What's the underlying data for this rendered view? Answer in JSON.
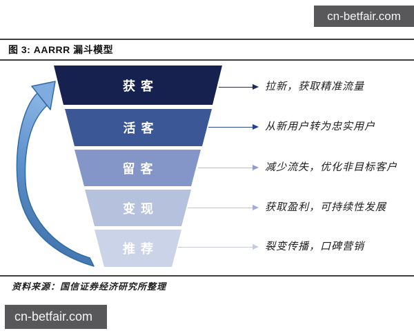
{
  "watermarks": {
    "top": "cn-betfair.com",
    "bottom": "cn-betfair.com"
  },
  "header": {
    "title": "图 3: AARRR 漏斗模型"
  },
  "funnel": {
    "name": "AARRR 漏斗模型",
    "levels": [
      {
        "label": "获客",
        "color": "#16214f",
        "annotation": "拉新，获取精准流量",
        "line_color": "#2b2b33",
        "arrow_color": "#1b2a55"
      },
      {
        "label": "活客",
        "color": "#3c5795",
        "annotation": "从新用户转为忠实用户",
        "line_color": "#2d4a8e",
        "arrow_color": "#28418a"
      },
      {
        "label": "留客",
        "color": "#8396c7",
        "annotation": "减少流失，优化非目标客户",
        "line_color": "#b9bdcf",
        "arrow_color": "#8d9cd2"
      },
      {
        "label": "变现",
        "color": "#b6c1de",
        "annotation": "获取盈利，可持续性发展",
        "line_color": "#bfc3d2",
        "arrow_color": "#a2aad8"
      },
      {
        "label": "推荐",
        "color": "#cbd3e8",
        "annotation": "裂变传播，口碑营销",
        "line_color": "#c6c8d2",
        "arrow_color": "#c3cade"
      }
    ]
  },
  "growth_arrow": {
    "fill_top": "#8ab4e4",
    "fill_bottom": "#35699f",
    "stroke": "#2e6aa5"
  },
  "source_note": "资料来源：国信证券经济研究所整理"
}
